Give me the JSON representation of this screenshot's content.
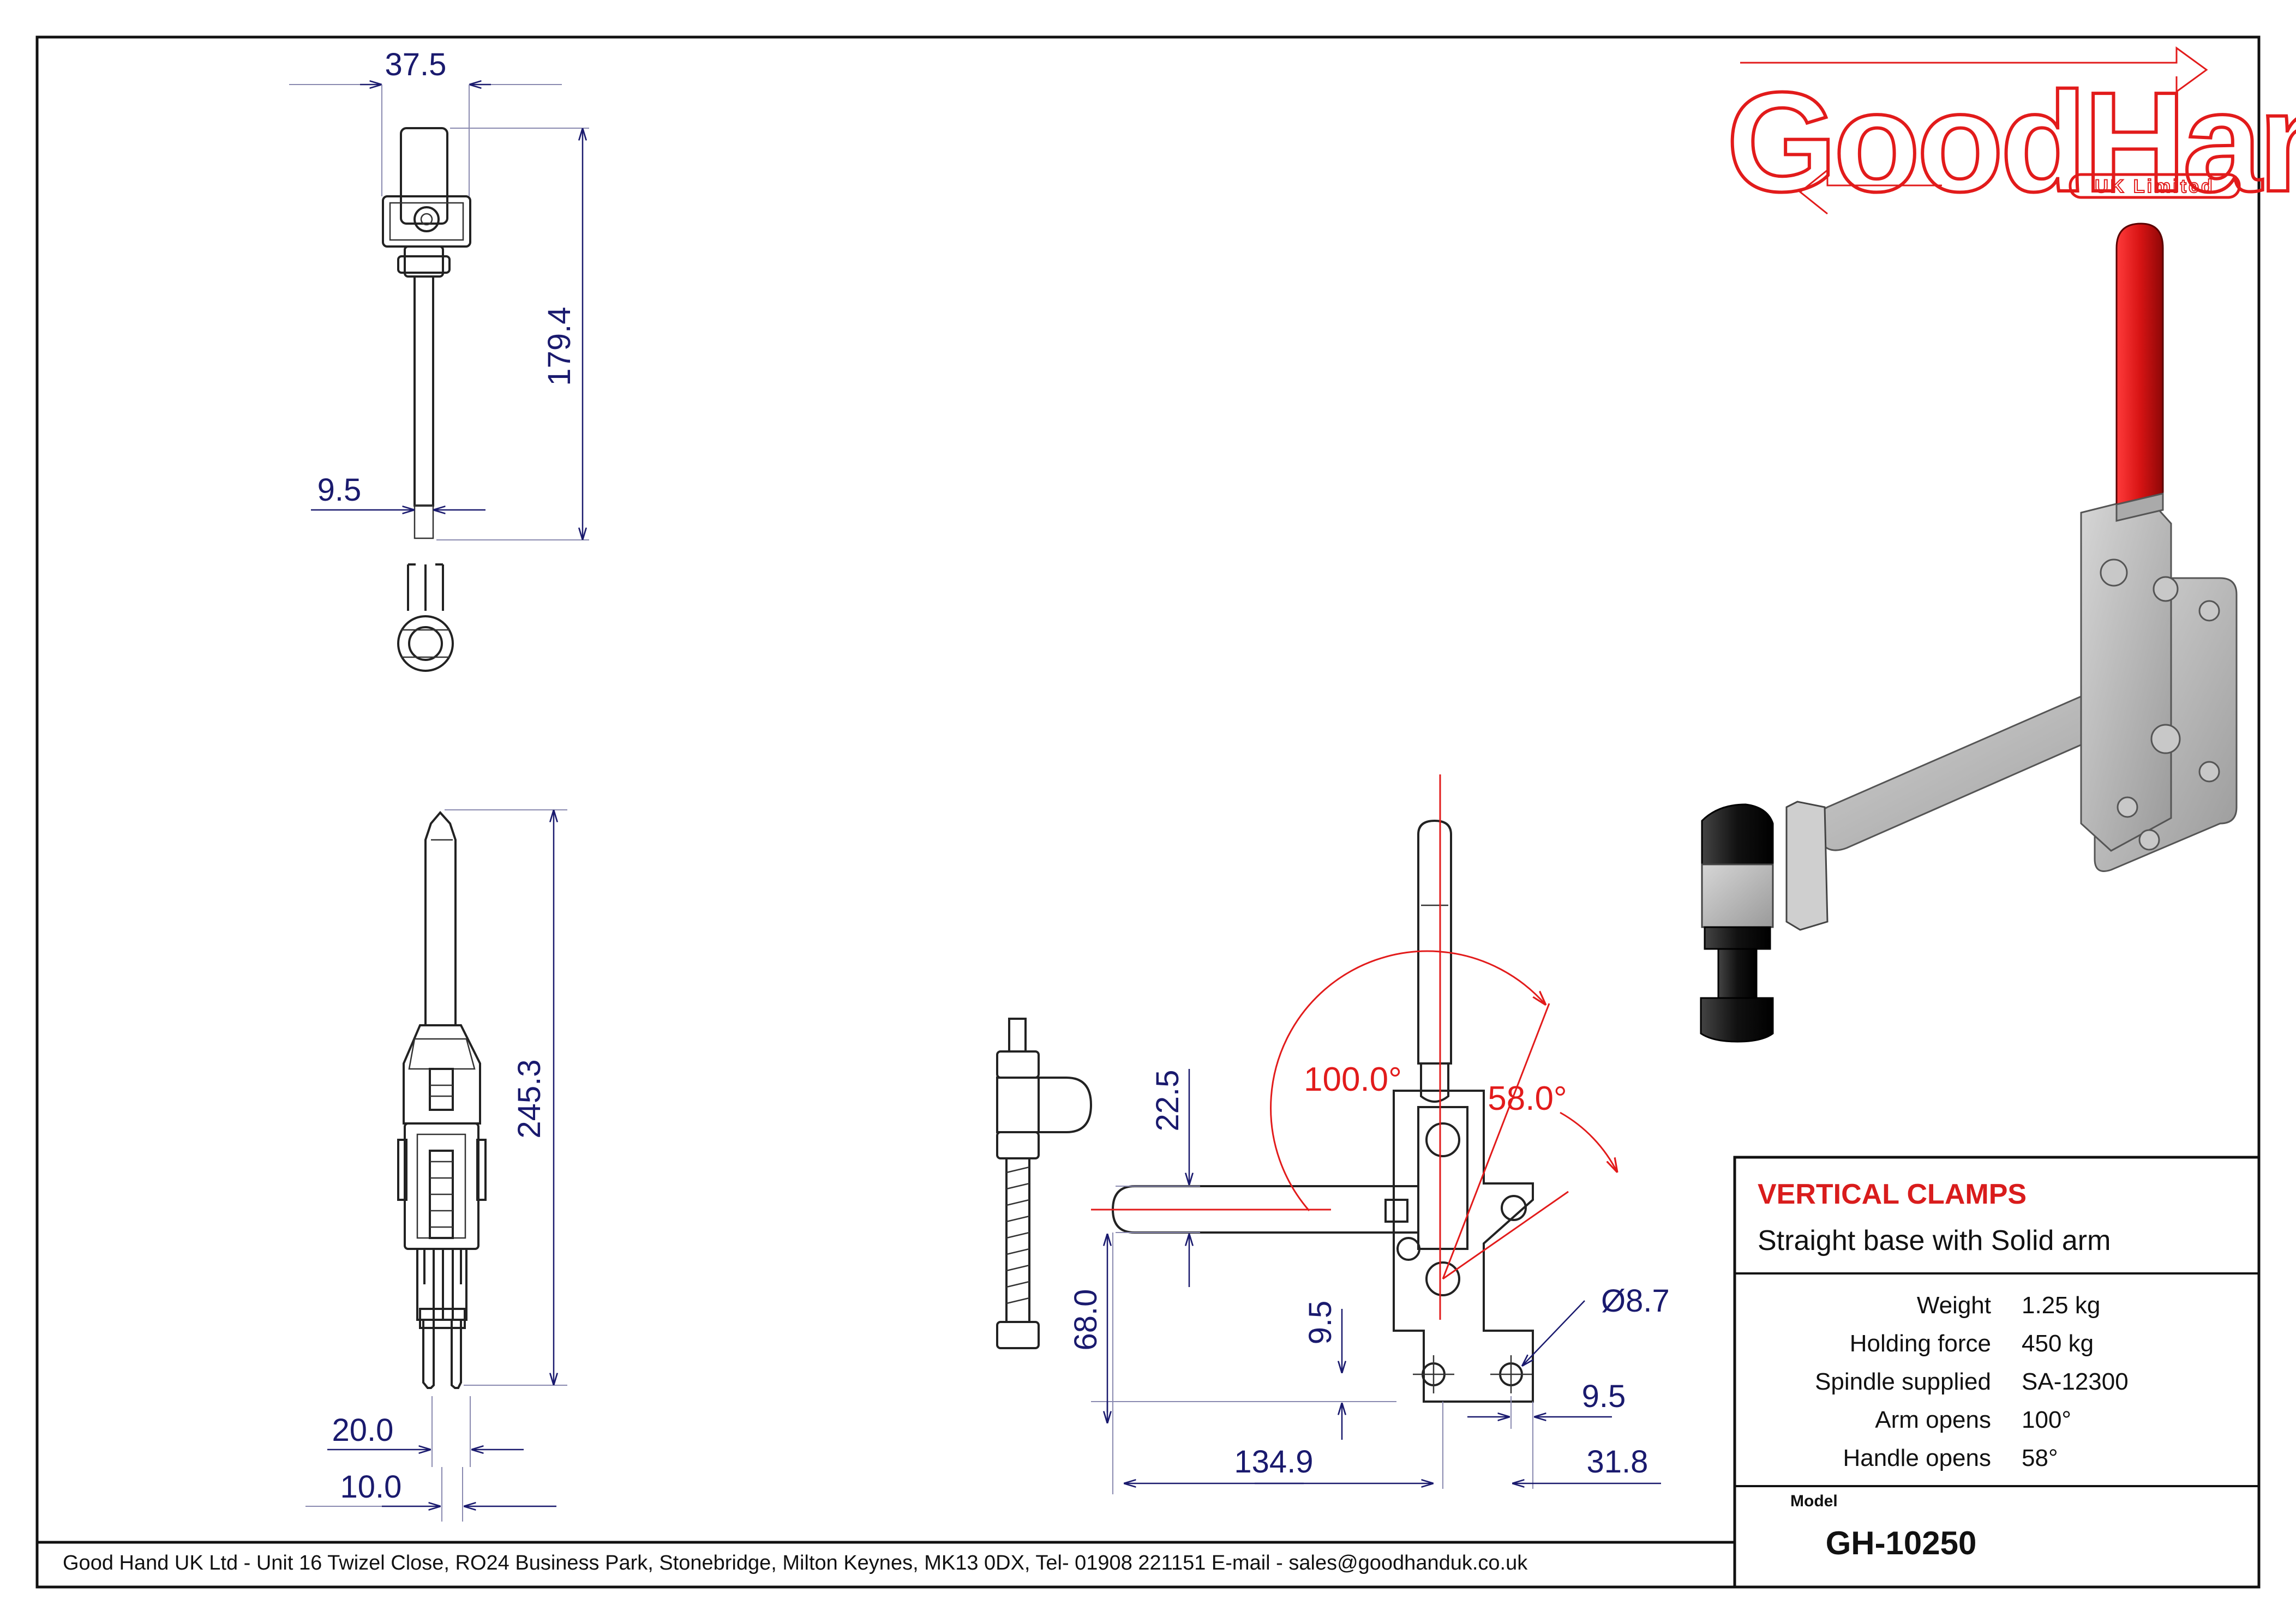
{
  "logo": {
    "name": "GoodHand",
    "sub": "UK Limited",
    "color": "#e21b1b"
  },
  "dimensions": {
    "top_width": "37.5",
    "top_height": "179.4",
    "top_rod": "9.5",
    "front_height": "245.3",
    "front_w1": "20.0",
    "front_w2": "10.0",
    "side_arm_height": "22.5",
    "side_base_height": "68.0",
    "side_hole_offset": "9.5",
    "side_hole_dia": "Ø8.7",
    "side_base_right": "9.5",
    "side_reach": "134.9",
    "side_base_len": "31.8",
    "arm_angle": "100.0°",
    "handle_angle": "58.0°"
  },
  "title_block": {
    "title": "VERTICAL CLAMPS",
    "subtitle": "Straight base with Solid arm",
    "specs": [
      {
        "label": "Weight",
        "value": "1.25 kg"
      },
      {
        "label": "Holding force",
        "value": "450 kg"
      },
      {
        "label": "Spindle supplied",
        "value": "SA-12300"
      },
      {
        "label": "Arm opens",
        "value": "100°"
      },
      {
        "label": "Handle opens",
        "value": "58°"
      }
    ],
    "model_label": "Model",
    "model": "GH-10250"
  },
  "footer": {
    "address": "Good Hand UK Ltd  - Unit 16 Twizel Close, RO24 Business Park, Stonebridge, Milton Keynes, MK13 0DX,  Tel- 01908 221151  E-mail - sales@goodhanduk.co.uk"
  },
  "colors": {
    "dimension": "#1a1a6e",
    "angle": "#e21b1b",
    "handle": "#d41414",
    "body": "#b8b8b8"
  }
}
